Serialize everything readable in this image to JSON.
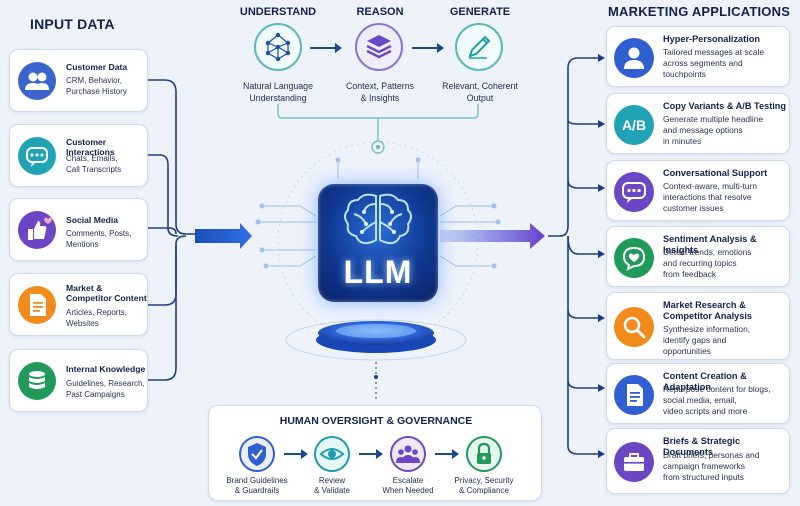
{
  "input": {
    "title": "INPUT DATA",
    "items": [
      {
        "title": "Customer Data",
        "desc": [
          "CRM, Behavior,",
          "Purchase History"
        ],
        "icon": "users-icon",
        "color": "#3b64cf"
      },
      {
        "title": "Customer Interactions",
        "desc": [
          "Chats, Emails,",
          "Call Transcripts"
        ],
        "icon": "chat-bubble-icon",
        "color": "#1fa3b5"
      },
      {
        "title": "Social Media",
        "desc": [
          "Comments, Posts,",
          "Mentions"
        ],
        "icon": "thumbs-up-icon",
        "color": "#6b47c6"
      },
      {
        "title": "Market & Competitor Content",
        "desc": [
          "Articles, Reports,",
          "Websites"
        ],
        "icon": "document-icon",
        "color": "#f28a1c"
      },
      {
        "title": "Internal Knowledge",
        "desc": [
          "Guidelines, Research,",
          "Past Campaigns"
        ],
        "icon": "database-icon",
        "color": "#1f9a5b"
      }
    ]
  },
  "pipeline": {
    "stages": [
      {
        "title": "UNDERSTAND",
        "desc": [
          "Natural Language",
          "Understanding"
        ],
        "icon": "network-icon"
      },
      {
        "title": "REASON",
        "desc": [
          "Context, Patterns",
          "& Insights"
        ],
        "icon": "layers-icon"
      },
      {
        "title": "GENERATE",
        "desc": [
          "Relevant, Coherent",
          "Output"
        ],
        "icon": "pen-icon"
      }
    ]
  },
  "model": {
    "label": "LLM",
    "icon": "brain-icon"
  },
  "governance": {
    "title": "HUMAN OVERSIGHT & GOVERNANCE",
    "items": [
      {
        "label": [
          "Brand Guidelines",
          "& Guardrails"
        ],
        "icon": "shield-check-icon",
        "color": "#2f5fd0"
      },
      {
        "label": [
          "Review",
          "& Validate"
        ],
        "icon": "eye-icon",
        "color": "#1c9cae"
      },
      {
        "label": [
          "Escalate",
          "When Needed"
        ],
        "icon": "team-icon",
        "color": "#6b47c6"
      },
      {
        "label": [
          "Privacy, Security",
          "& Compliance"
        ],
        "icon": "lock-icon",
        "color": "#1f9a5b"
      }
    ]
  },
  "output": {
    "title": "MARKETING APPLICATIONS",
    "items": [
      {
        "title": "Hyper-Personalization",
        "desc": [
          "Tailored messages at scale",
          "across segments and",
          "touchpoints"
        ],
        "icon": "person-icon",
        "color": "#2f5fd0"
      },
      {
        "title": "Copy Variants & A/B Testing",
        "desc": [
          "Generate multiple headline",
          "and message options",
          "in minutes"
        ],
        "icon": "ab-test-icon",
        "color": "#1fa3b5",
        "glyph": "A/B"
      },
      {
        "title": "Conversational Support",
        "desc": [
          "Context-aware, multi-turn",
          "interactions that resolve",
          "customer issues"
        ],
        "icon": "chat-bubble-icon",
        "color": "#6b47c6"
      },
      {
        "title": "Sentiment Analysis & Insights",
        "desc": [
          "Detect trends, emotions",
          "and recurring topics",
          "from feedback"
        ],
        "icon": "heart-chat-icon",
        "color": "#1f9a5b"
      },
      {
        "title": "Market Research & Competitor Analysis",
        "desc": [
          "Synthesize information,",
          "identify gaps and",
          "opportunities"
        ],
        "icon": "magnifier-icon",
        "color": "#f28a1c"
      },
      {
        "title": "Content Creation & Adaptation",
        "desc": [
          "Repurpose content for blogs,",
          "social media, email,",
          "video scripts and more"
        ],
        "icon": "document-icon",
        "color": "#2f5fd0"
      },
      {
        "title": "Briefs & Strategic Documents",
        "desc": [
          "Draft briefs, personas and",
          "campaign frameworks",
          "from structured inputs"
        ],
        "icon": "briefcase-icon",
        "color": "#6b47c6"
      }
    ]
  }
}
